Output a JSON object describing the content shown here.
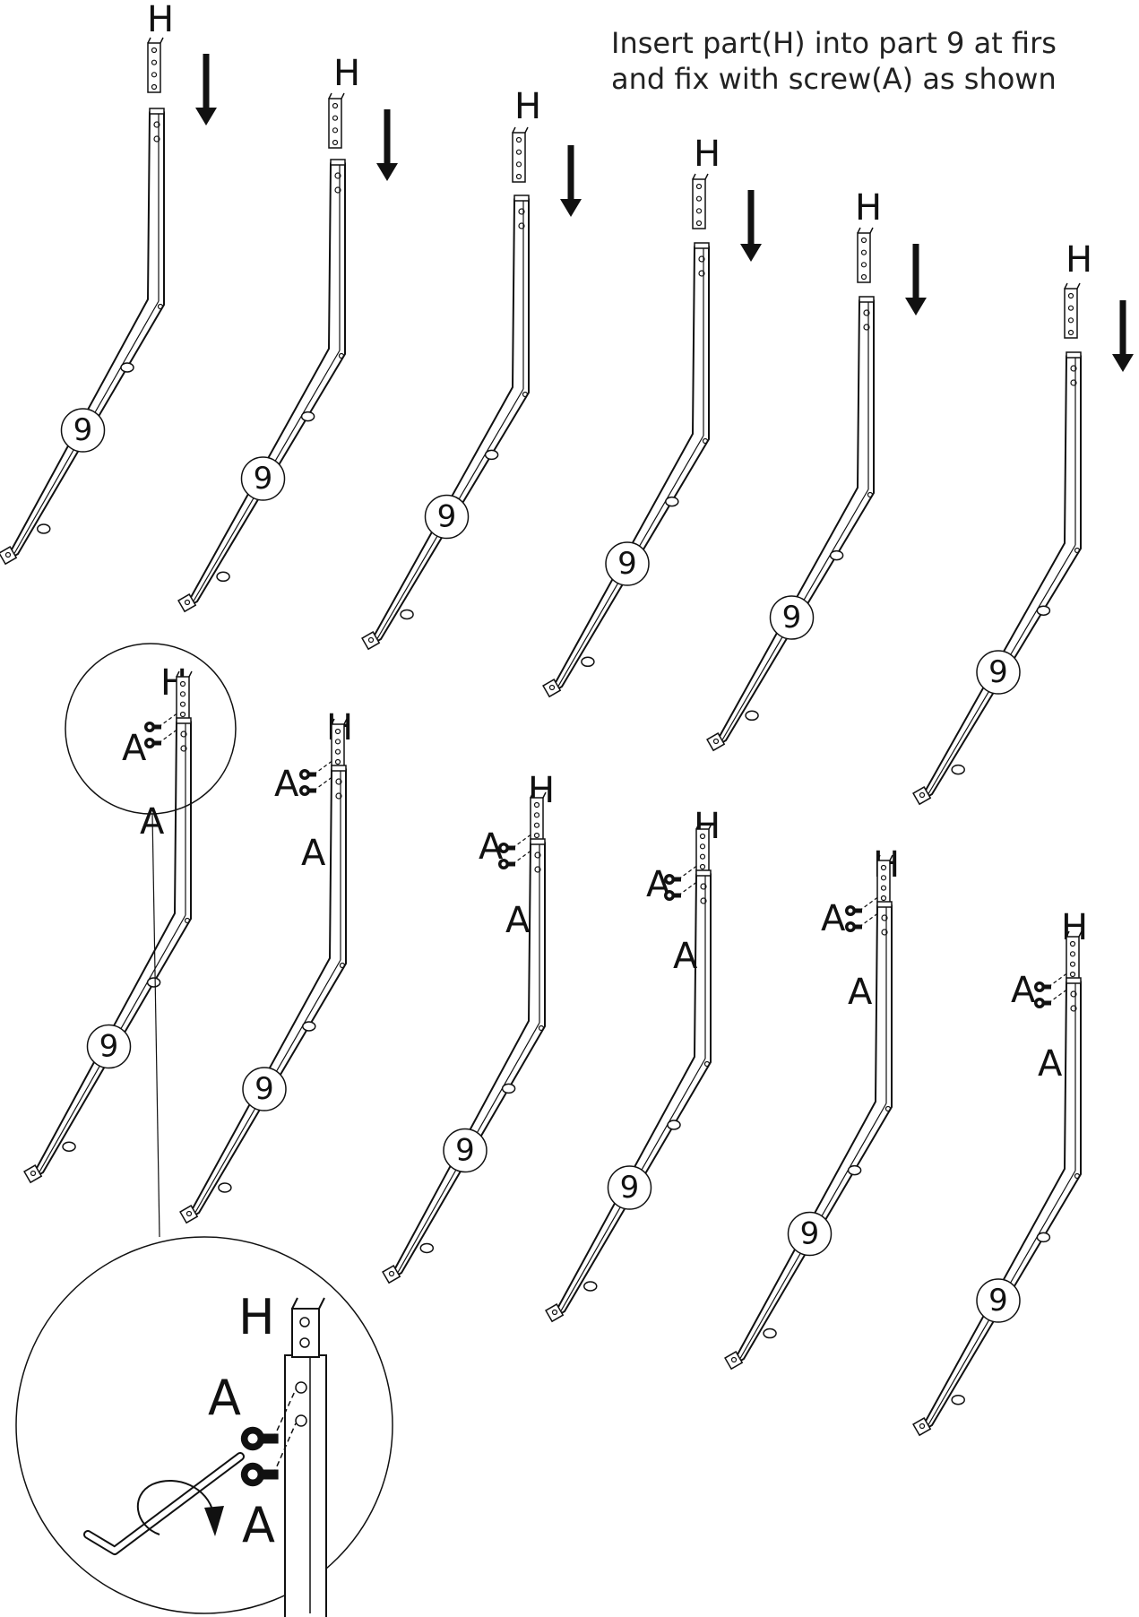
{
  "instruction": {
    "line1": "Insert part(H) into part 9 at firs",
    "line2": "and fix with screw(A) as shown"
  },
  "labels": {
    "bracket": "H",
    "screw": "A",
    "leg": "9"
  },
  "steps": {
    "insert_count": 6,
    "fixed_count": 6
  },
  "icons": [
    "down-arrow-icon",
    "screw-icon",
    "allen-key-icon",
    "rotate-arrow-icon"
  ],
  "colors": {
    "line": "#111111",
    "background": "#ffffff",
    "text": "#222222"
  }
}
